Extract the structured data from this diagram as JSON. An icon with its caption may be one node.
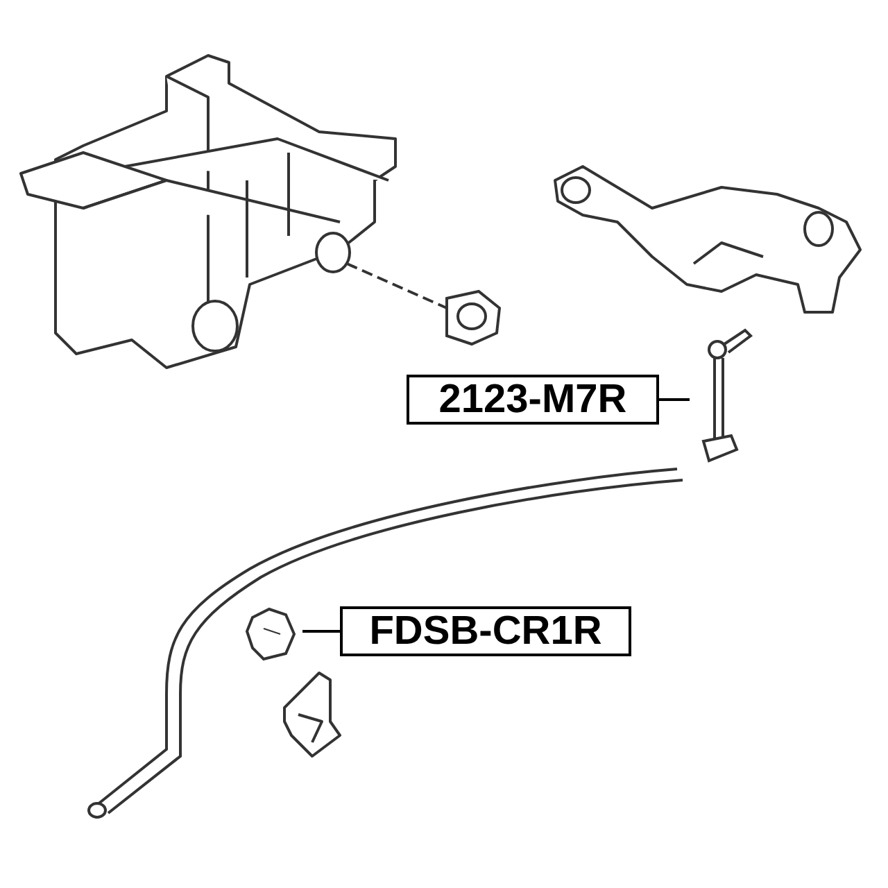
{
  "diagram": {
    "nodes": [
      {
        "text": [
          "2123-M7R"
        ]
      },
      {
        "text": [],
        "shape": "picture"
      },
      {
        "text": [
          "FDSB-CR1R"
        ]
      },
      {
        "text": [],
        "shape": "picture"
      }
    ],
    "edges": [
      {
        "from": 0,
        "to": 1,
        "arrow": "none"
      },
      {
        "from": 2,
        "to": 3,
        "arrow": "none"
      }
    ]
  }
}
